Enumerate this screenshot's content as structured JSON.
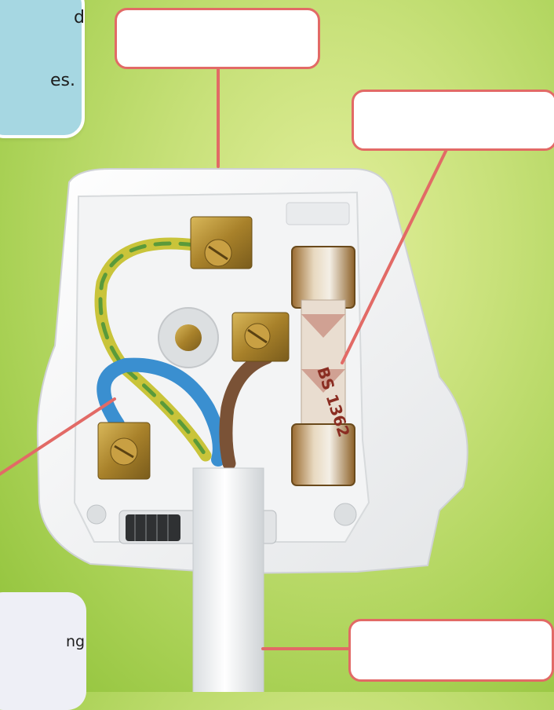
{
  "info_top": {
    "lines": [
      "d",
      "es."
    ]
  },
  "info_bottom": {
    "lines": [
      "ng"
    ]
  },
  "labels": {
    "cable_label": "",
    "fuse_label": "",
    "neutral_label": "",
    "outer_cable_label": ""
  },
  "fuse": {
    "marking": "BS 1362"
  },
  "colors": {
    "background": "#b5d766",
    "leader_line": "#e26a66",
    "info_box_blue": "#a6d7e2",
    "earth_wire": "#c9c43a",
    "neutral_wire": "#3a8fd0",
    "live_wire": "#7a5236",
    "brass": "#b0892f",
    "fuse_body": "#e9ddd0"
  },
  "icons": [
    "plug-casing",
    "fuse-icon",
    "terminal-screw-icon",
    "cable-grip-icon"
  ]
}
